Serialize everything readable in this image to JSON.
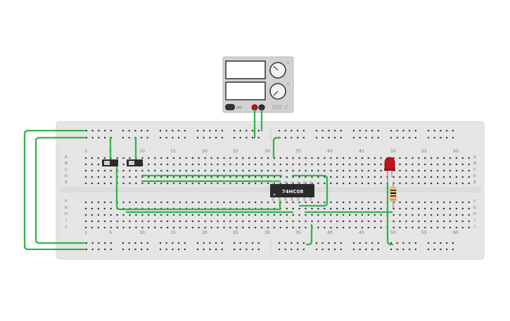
{
  "chip": {
    "label": "74HC08"
  },
  "power_supply": {
    "off_label": "OFF",
    "knob1_label": "V",
    "knob2_label": "A"
  },
  "breadboard": {
    "column_numbers": [
      "1",
      "5",
      "10",
      "15",
      "20",
      "25",
      "30",
      "35",
      "40",
      "45",
      "50",
      "55",
      "60"
    ],
    "row_letters_top": [
      "A",
      "B",
      "C",
      "D",
      "E"
    ],
    "row_letters_bottom": [
      "F",
      "G",
      "H",
      "I",
      "J"
    ]
  },
  "colors": {
    "wire": "#35b34a",
    "board": "#e5e5e5",
    "hole": "#3a3a3a",
    "chip": "#2b2b2b",
    "led": "#c0121a",
    "supply": "#d2d2d2"
  }
}
